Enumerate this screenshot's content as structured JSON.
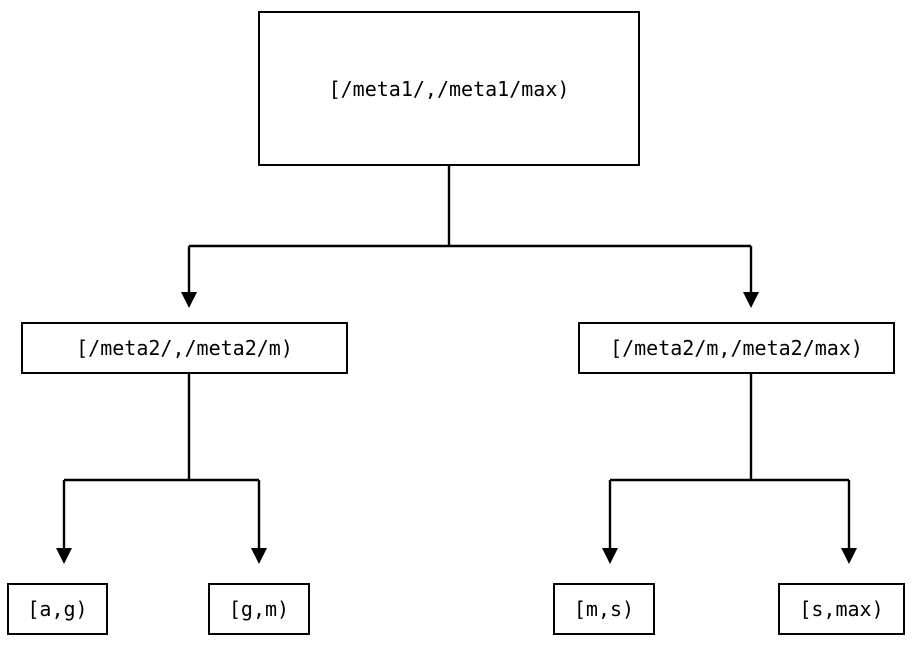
{
  "diagram": {
    "type": "tree",
    "orientation": "top-down",
    "background_color": "#ffffff",
    "line_color": "#000000",
    "text_color": "#000000",
    "nodes": {
      "root": {
        "label": "[/meta1/,/meta1/max)"
      },
      "mid_left": {
        "label": "[/meta2/,/meta2/m)"
      },
      "mid_right": {
        "label": "[/meta2/m,/meta2/max)"
      },
      "leaf_ag": {
        "label": "[a,g)"
      },
      "leaf_gm": {
        "label": "[g,m)"
      },
      "leaf_ms": {
        "label": "[m,s)"
      },
      "leaf_smax": {
        "label": "[s,max)"
      }
    },
    "edges": [
      {
        "from": "root",
        "to": "mid_left",
        "arrow": "filled-triangle-down"
      },
      {
        "from": "root",
        "to": "mid_right",
        "arrow": "filled-triangle-down"
      },
      {
        "from": "mid_left",
        "to": "leaf_ag",
        "arrow": "filled-triangle-down"
      },
      {
        "from": "mid_left",
        "to": "leaf_gm",
        "arrow": "filled-triangle-down"
      },
      {
        "from": "mid_right",
        "to": "leaf_ms",
        "arrow": "filled-triangle-down"
      },
      {
        "from": "mid_right",
        "to": "leaf_smax",
        "arrow": "filled-triangle-down"
      }
    ]
  }
}
